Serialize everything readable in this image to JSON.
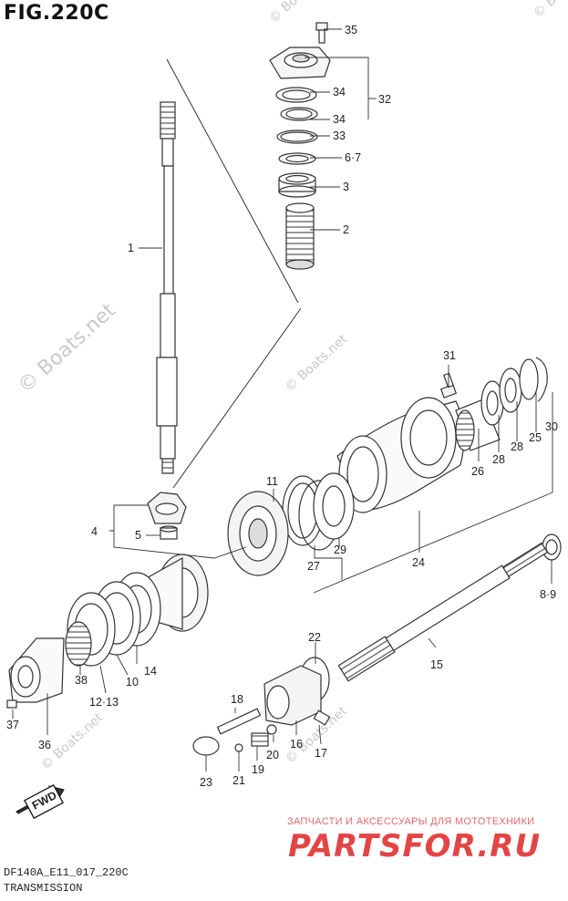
{
  "figure": {
    "title": "FIG.220C",
    "code": "DF140A_E11_017_220C",
    "caption": "TRANSMISSION"
  },
  "watermarks": {
    "main": "© Boats.net",
    "ru_tagline": "ЗАПЧАСТИ И АКСЕССУАРЫ ДЛЯ МОТОТЕХНИКИ",
    "brand": "PARTSFOR.RU",
    "brand_color": "#e34545"
  },
  "fwd_label": "FWD",
  "callouts": [
    "35",
    "34",
    "32",
    "34",
    "33",
    "6·7",
    "3",
    "2",
    "1",
    "31",
    "26",
    "28",
    "28",
    "25",
    "30",
    "11",
    "29",
    "27",
    "24",
    "4",
    "5",
    "8·9",
    "15",
    "22",
    "38",
    "10",
    "14",
    "12·13",
    "37",
    "36",
    "18",
    "20",
    "19",
    "16",
    "17",
    "23",
    "21"
  ]
}
